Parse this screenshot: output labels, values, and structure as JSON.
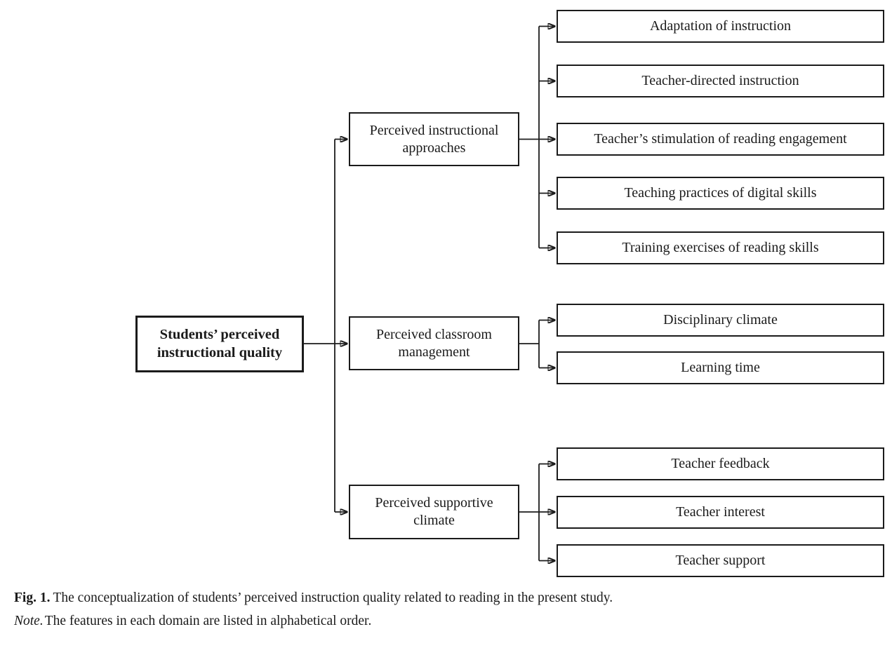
{
  "diagram": {
    "root": {
      "label": "Students’ perceived instructional quality"
    },
    "groups": [
      {
        "label": "Perceived instructional approaches",
        "children": [
          "Adaptation of instruction",
          "Teacher-directed instruction",
          "Teacher’s stimulation of reading engagement",
          "Teaching practices of digital skills",
          "Training exercises of reading skills"
        ]
      },
      {
        "label": "Perceived classroom management",
        "children": [
          "Disciplinary climate",
          "Learning time"
        ]
      },
      {
        "label": "Perceived supportive climate",
        "children": [
          "Teacher feedback",
          "Teacher interest",
          "Teacher support"
        ]
      }
    ]
  },
  "caption": {
    "fig_label": "Fig. 1.",
    "fig_text": "The conceptualization of students’ perceived instruction quality related to reading in the present study.",
    "note_label": "Note.",
    "note_text": "The features in each domain are listed in alphabetical order."
  },
  "colors": {
    "line": "#1c1c1c",
    "background": "#ffffff"
  }
}
